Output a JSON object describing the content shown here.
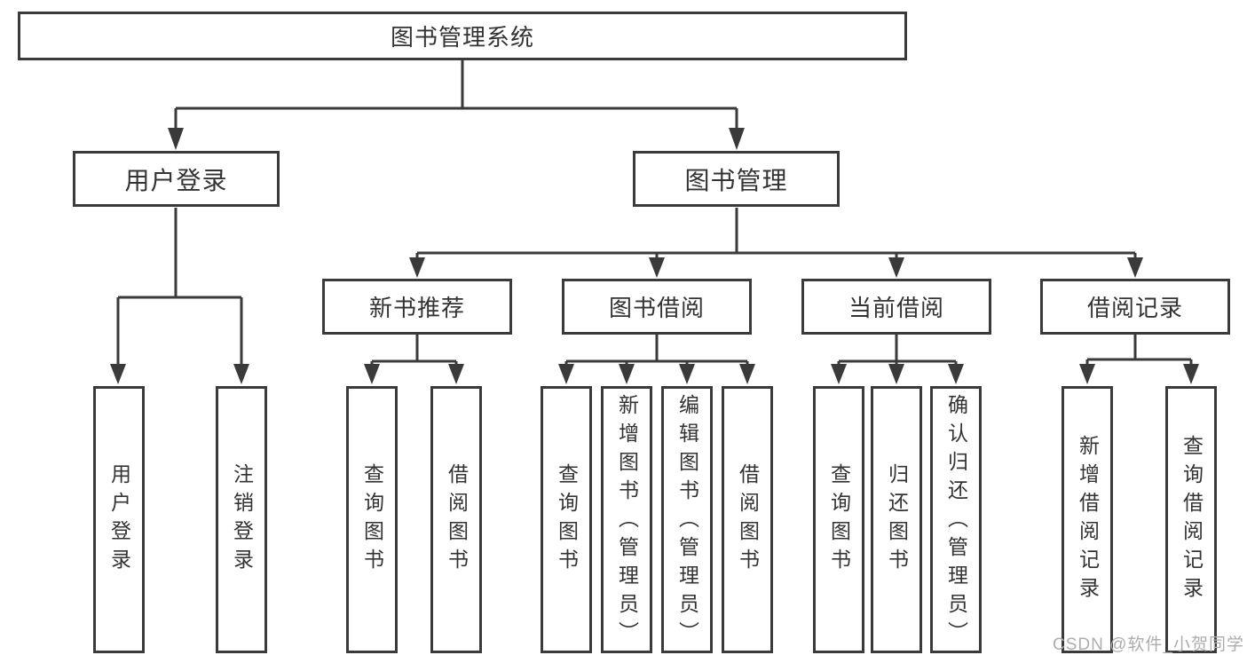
{
  "diagram": {
    "root": "图书管理系统",
    "level1": {
      "user_login": "用户登录",
      "book_mgmt": "图书管理"
    },
    "level2": [
      "新书推荐",
      "图书借阅",
      "当前借阅",
      "借阅记录"
    ],
    "leaves": [
      "用户登录",
      "注销登录",
      "查询图书",
      "借阅图书",
      "查询图书",
      "新增图书（管理员）",
      "编辑图书（管理员）",
      "借阅图书",
      "查询图书",
      "归还图书",
      "确认归还（管理员）",
      "新增借阅记录",
      "查询借阅记录"
    ]
  },
  "watermark": "CSDN @软件_小贺同学",
  "colors": {
    "line": "#3a3a3a",
    "text": "#333333",
    "background": "#ffffff",
    "watermark": "#adadad"
  }
}
